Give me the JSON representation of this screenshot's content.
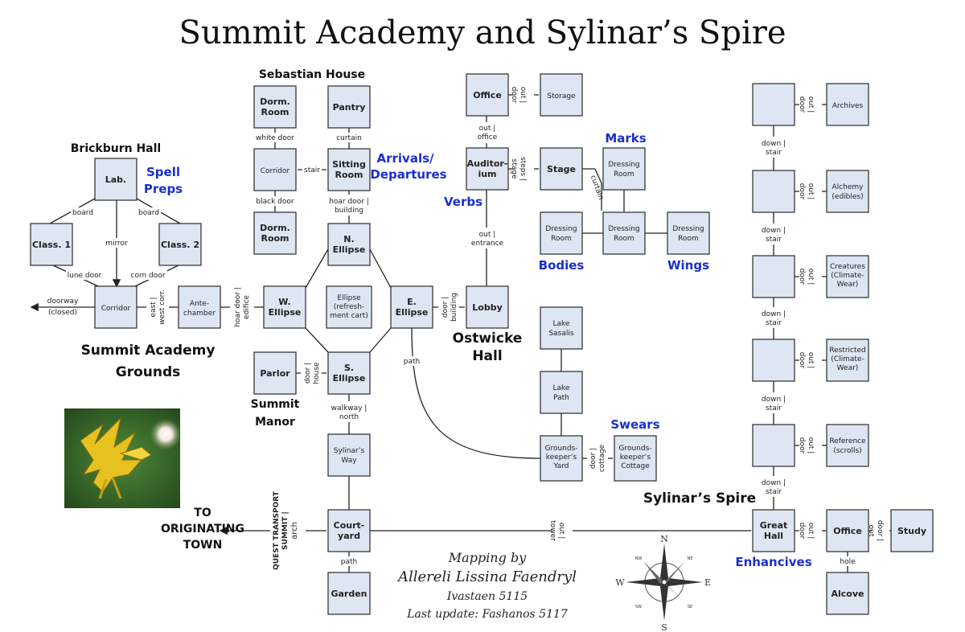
{
  "title": "Summit Academy and Sylinar’s Spire",
  "areas": {
    "sebastian": "Sebastian House",
    "brickburn": "Brickburn Hall",
    "academy_grounds": [
      "Summit Academy",
      "Grounds"
    ],
    "ostwicke": [
      "Ostwicke",
      "Hall"
    ],
    "summit_manor": [
      "Summit",
      "Manor"
    ],
    "spire": "Sylinar’s Spire",
    "to_town": [
      "TO",
      "ORIGINATING",
      "TOWN"
    ]
  },
  "magic_labels": {
    "spell_preps": [
      "Spell",
      "Preps"
    ],
    "arrivals": [
      "Arrivals/",
      "Departures"
    ],
    "verbs": "Verbs",
    "marks": "Marks",
    "bodies": "Bodies",
    "wings": "Wings",
    "swears": "Swears",
    "enhancives": "Enhancives"
  },
  "rooms": {
    "dorm1": [
      "Dorm.",
      "Room"
    ],
    "pantry": [
      "Pantry"
    ],
    "corridor_seb": [
      "Corridor"
    ],
    "sitting": [
      "Sitting",
      "Room"
    ],
    "dorm2": [
      "Dorm.",
      "Room"
    ],
    "lab": [
      "Lab."
    ],
    "class1": [
      "Class. 1"
    ],
    "class2": [
      "Class. 2"
    ],
    "corridor_bb": [
      "Corridor"
    ],
    "antechamber": [
      "Ante-",
      "chamber"
    ],
    "n_ellipse": [
      "N.",
      "Ellipse"
    ],
    "w_ellipse": [
      "W.",
      "Ellipse"
    ],
    "e_ellipse": [
      "E.",
      "Ellipse"
    ],
    "s_ellipse": [
      "S.",
      "Ellipse"
    ],
    "center_ellipse": [
      "Ellipse",
      "(refresh-",
      "ment cart)"
    ],
    "parlor": [
      "Parlor"
    ],
    "sylinars_way": [
      "Sylinar’s",
      "Way"
    ],
    "courtyard": [
      "Court-",
      "yard"
    ],
    "garden": [
      "Garden"
    ],
    "office_ost": [
      "Office"
    ],
    "storage": [
      "Storage"
    ],
    "auditorium": [
      "Auditor-",
      "ium"
    ],
    "stage": [
      "Stage"
    ],
    "dressing_top": [
      "Dressing",
      "Room"
    ],
    "dressing_left": [
      "Dressing",
      "Room"
    ],
    "dressing_mid": [
      "Dressing",
      "Room"
    ],
    "dressing_right": [
      "Dressing",
      "Room"
    ],
    "lobby": [
      "Lobby"
    ],
    "lake_sasalis": [
      "Lake",
      "Sasalis"
    ],
    "lake_path": [
      "Lake",
      "Path"
    ],
    "gk_yard": [
      "Grounds-",
      "keeper’s",
      "Yard"
    ],
    "gk_cottage": [
      "Grounds-",
      "keeper’s",
      "Cottage"
    ],
    "archives": [
      "Archives"
    ],
    "alchemy": [
      "Alchemy",
      "(edibles)"
    ],
    "creatures": [
      "Creatures",
      "(Climate-",
      "Wear)"
    ],
    "restricted": [
      "Restricted",
      "(Climate-",
      "Wear)"
    ],
    "reference": [
      "Reference",
      "(scrolls)"
    ],
    "great_hall": [
      "Great",
      "Hall"
    ],
    "office_spire": [
      "Office"
    ],
    "study": [
      "Study"
    ],
    "alcove": [
      "Alcove"
    ],
    "spire1": [],
    "spire2": [],
    "spire3": [],
    "spire4": [],
    "spire5": []
  },
  "connection_labels": {
    "white_door": "white door",
    "curtain": "curtain",
    "stair": "stair",
    "black_door": "black door",
    "hoar_door_building": [
      "hoar door |",
      "building"
    ],
    "board_left": "board",
    "board_right": "board",
    "mirror": "mirror",
    "lune_door": "lune door",
    "corn_door": "corn door",
    "doorway_closed": [
      "doorway",
      "(closed)"
    ],
    "east_west_corr": [
      "east |",
      "west corr."
    ],
    "hoar_door_edifice": [
      "hoar door |",
      "edifice"
    ],
    "door_building": [
      "door |",
      "building"
    ],
    "door_house": [
      "door |",
      "house"
    ],
    "walkway_north": [
      "walkway |",
      "north"
    ],
    "path_e": "path",
    "path_garden": "path",
    "out_office": [
      "out |",
      "office"
    ],
    "out_door_storage": [
      "out |",
      "door"
    ],
    "steps_stage": [
      "steps |",
      "stage"
    ],
    "curtain_stage": "curtain",
    "out_entrance": [
      "out |",
      "entrance"
    ],
    "door_cottage": [
      "door |",
      "cottage"
    ],
    "out_tower": [
      "out |",
      "tower"
    ],
    "quest_transport": [
      "QUEST TRANSPORT",
      "SUMMIT |",
      "arch"
    ],
    "down_stair": [
      "down |",
      "stair"
    ],
    "out_door": [
      "out |",
      "door"
    ],
    "door_out": [
      "door |",
      "out"
    ],
    "hole": "hole"
  },
  "credit": [
    "Mapping by",
    "Allereli Lissina Faendryl",
    "Ivastaen 5115",
    "Last update: Fashanos 5117"
  ],
  "compass": {
    "n": "N",
    "s": "S",
    "e": "E",
    "w": "W",
    "ne": "NE",
    "nw": "NW",
    "se": "SE",
    "sw": "SW"
  },
  "image": {
    "icon": "golden-griffin-icon"
  }
}
